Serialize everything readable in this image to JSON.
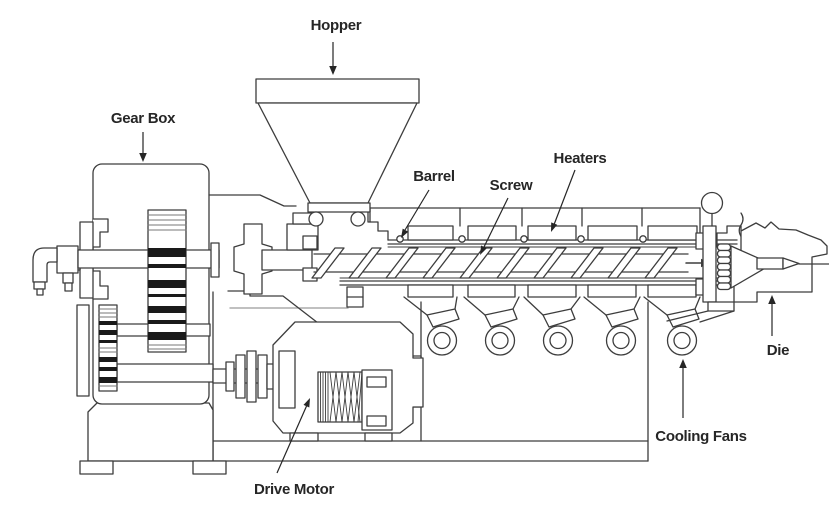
{
  "diagram": {
    "type": "technical-line-drawing",
    "subject": "Single screw extruder - side view schematic",
    "background": "#ffffff",
    "line_color": "#3d3d3d",
    "label_color": "#262626",
    "labels": {
      "hopper": "Hopper",
      "gear_box": "Gear Box",
      "barrel": "Barrel",
      "screw": "Screw",
      "heaters": "Heaters",
      "drive_motor": "Drive Motor",
      "cooling_fans": "Cooling Fans",
      "die": "Die"
    },
    "visible_counts": {
      "top_heater_bands": 5,
      "bottom_heater_bands": 5,
      "cooling_fans": 5
    }
  }
}
